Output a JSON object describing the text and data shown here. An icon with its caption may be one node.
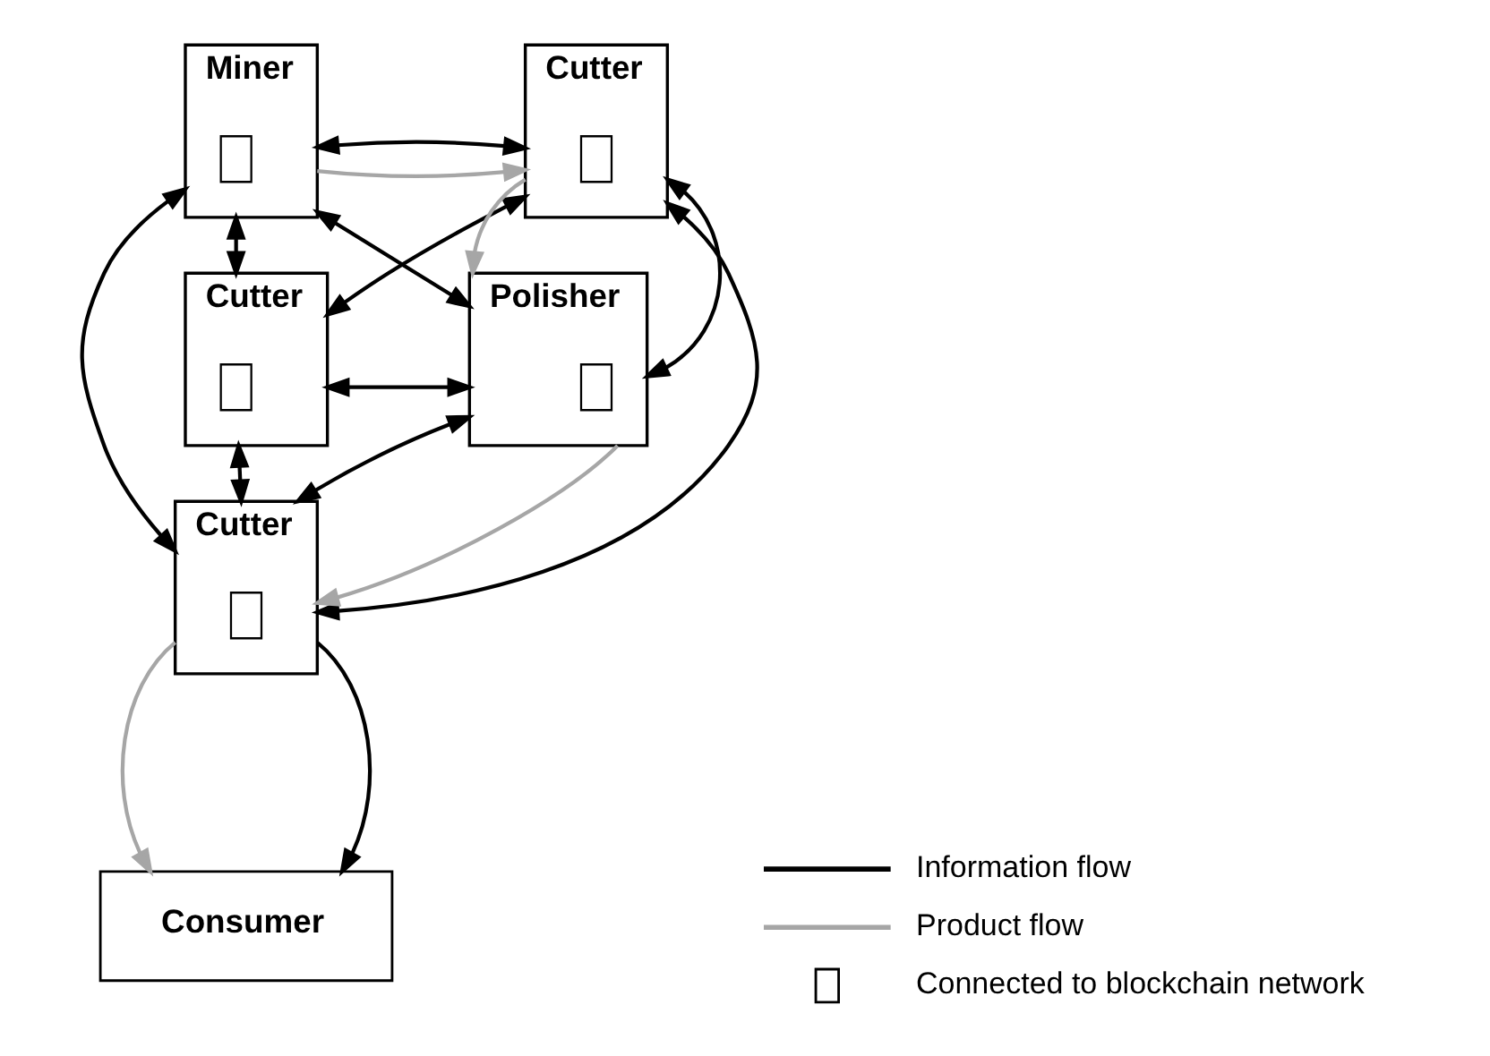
{
  "diagram": {
    "nodes": [
      {
        "text": [
          "Cutter"
        ]
      },
      {
        "text": [],
        "shape": "box",
        "in": 0
      },
      {
        "text": [
          "Miner"
        ]
      },
      {
        "text": [],
        "shape": "box",
        "in": 2
      },
      {
        "text": [
          "Polisher"
        ]
      },
      {
        "text": [],
        "shape": "box",
        "in": 4
      },
      {
        "text": [
          "Cutter"
        ]
      },
      {
        "text": [],
        "shape": "box",
        "in": 6
      },
      {
        "text": [
          "Cutter"
        ]
      },
      {
        "text": [],
        "shape": "box",
        "in": 8
      },
      {
        "text": [
          "Consumer"
        ]
      }
    ],
    "edges": [
      {
        "from": 2,
        "to": 0,
        "arrow": "to",
        "color": "#a6a6a6"
      },
      {
        "from": 0,
        "to": 4,
        "arrow": "to",
        "color": "#a6a6a6"
      },
      {
        "from": 4,
        "to": 8,
        "arrow": "to",
        "color": "#a6a6a6"
      },
      {
        "from": 8,
        "to": 10,
        "arrow": "to",
        "color": "#a6a6a6"
      },
      {
        "from": 2,
        "to": 0,
        "arrow": "both"
      },
      {
        "from": 2,
        "to": 6,
        "arrow": "both"
      },
      {
        "from": 2,
        "to": 8,
        "arrow": "both"
      },
      {
        "from": 2,
        "to": 4,
        "arrow": "both"
      },
      {
        "from": 0,
        "to": 6,
        "arrow": "both"
      },
      {
        "from": 0,
        "to": 4,
        "arrow": "both"
      },
      {
        "from": 0,
        "to": 8,
        "arrow": "both"
      },
      {
        "from": 6,
        "to": 4,
        "arrow": "both"
      },
      {
        "from": 8,
        "to": 4,
        "arrow": "both"
      },
      {
        "from": 6,
        "to": 8,
        "arrow": "both"
      },
      {
        "from": 8,
        "to": 10,
        "arrow": "to"
      }
    ],
    "legend": [
      {
        "text": "Information flow"
      },
      {
        "text": "Product flow"
      },
      {
        "text": "Connected to blockchain network"
      }
    ]
  }
}
